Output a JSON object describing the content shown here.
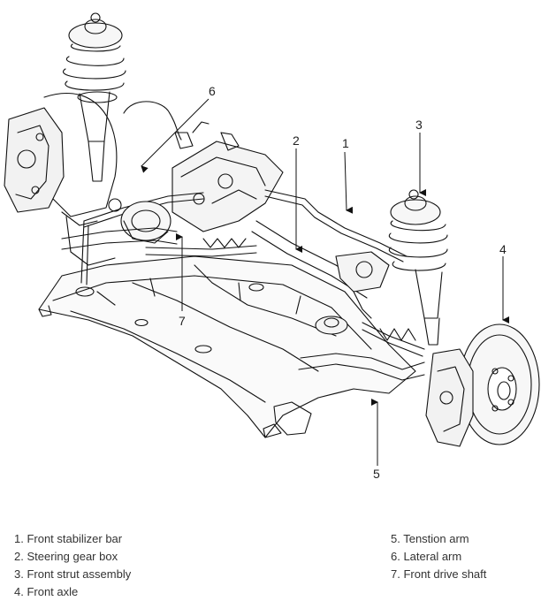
{
  "callouts": [
    "1",
    "2",
    "3",
    "4",
    "5",
    "6",
    "7"
  ],
  "legend": {
    "left": [
      "1. Front stabilizer bar",
      "2. Steering gear box",
      "3. Front strut assembly",
      "4. Front axle"
    ],
    "right": [
      "5. Tenstion arm",
      "6. Lateral arm",
      "7. Front drive shaft"
    ]
  }
}
